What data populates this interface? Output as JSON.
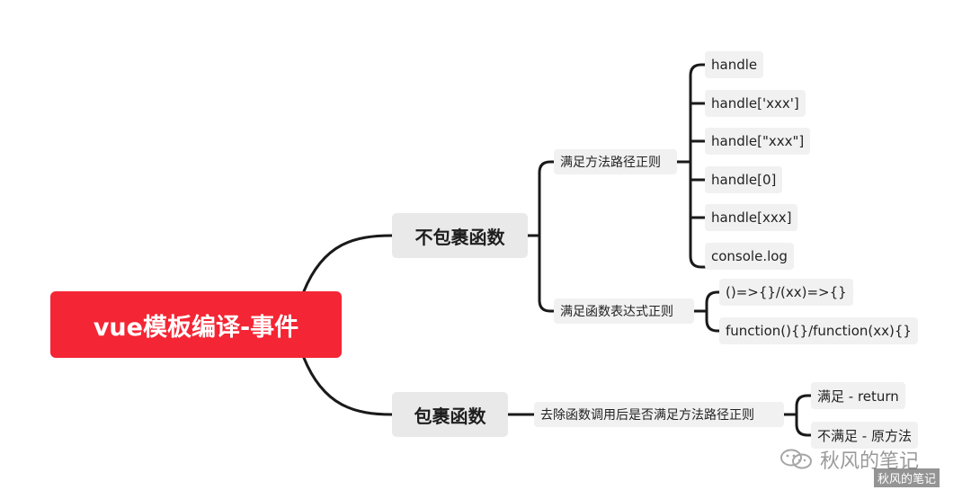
{
  "root": {
    "label": "vue模板编译-事件"
  },
  "branches": [
    {
      "label": "不包裹函数",
      "children": [
        {
          "label": "满足方法路径正则",
          "children": [
            "handle",
            "handle['xxx']",
            "handle[\"xxx\"]",
            "handle[0]",
            "handle[xxx]",
            "console.log"
          ]
        },
        {
          "label": "满足函数表达式正则",
          "children": [
            "()=>{}/(xx)=>{}",
            "function(){}/function(xx){}"
          ]
        }
      ]
    },
    {
      "label": "包裹函数",
      "children": [
        {
          "label": "去除函数调用后是否满足方法路径正则",
          "children": [
            "满足 - return",
            "不满足 - 原方法"
          ]
        }
      ]
    }
  ],
  "watermark": {
    "text": "秋风的笔记",
    "badge": "秋风的笔记",
    "icon": "wechat-icon"
  },
  "colors": {
    "root": "#f42534",
    "line": "#1a1a1a",
    "node_bg": "#ececec"
  }
}
